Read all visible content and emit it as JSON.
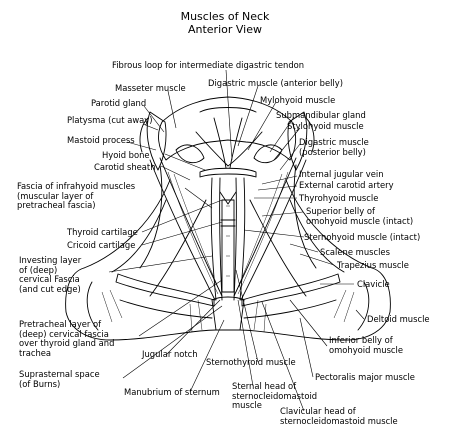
{
  "title": "Muscles of Neck",
  "subtitle": "Anterior View",
  "labels": {
    "fibrous_loop": "Fibrous loop for intermediate digastric tendon",
    "masseter": "Masseter muscle",
    "digastric_anterior": "Digastric muscle (anterior belly)",
    "parotid": "Parotid gland",
    "mylohyoid": "Mylohyoid muscle",
    "platysma": "Platysma (cut away)",
    "submandibular": "Submandibular gland",
    "stylohyoid": "Stylohyoid muscle",
    "mastoid": "Mastoid process",
    "digastric_posterior": "Digastric muscle\n(posterior belly)",
    "hyoid": "Hyoid bone",
    "carotid_sheath": "Carotid sheath",
    "internal_jugular": "Internal jugular vein",
    "external_carotid": "External carotid artery",
    "fascia_infrahyoid": "Fascia of infrahyoid muscles\n(muscular layer of\npretracheal fascia)",
    "thyrohyoid": "Thyrohyoid muscle",
    "omohyoid_superior": "Superior belly of\nomohyoid muscle (intact)",
    "thyroid_cartilage": "Thyroid cartilage",
    "sternohyoid": "Sternohyoid muscle (intact)",
    "cricoid": "Cricoid cartilage",
    "scalene": "Scalene muscles",
    "investing_layer": "Investing layer\nof (deep)\ncervical Fascia\n(and cut edge)",
    "trapezius": "Trapezius muscle",
    "clavicle": "Clavicle",
    "deltoid": "Deltoid muscle",
    "pretracheal": "Pretracheal layer of\n(deep) cervical fascia\nover thyroid gland and\ntrachea",
    "omohyoid_inferior": "Inferior belly of\nomohyoid muscle",
    "jugular_notch": "Jugular notch",
    "suprasternal": "Suprasternal space\n(of Burns)",
    "sternothyroid": "Sternothyroid muscle",
    "pectoralis": "Pectoralis major muscle",
    "manubrium": "Manubrium of sternum",
    "sternal_head": "Sternal head of\nsternocleidomastoid\nmuscle",
    "clavicular_head": "Clavicular head of\nsternocleidomastoid muscle"
  }
}
